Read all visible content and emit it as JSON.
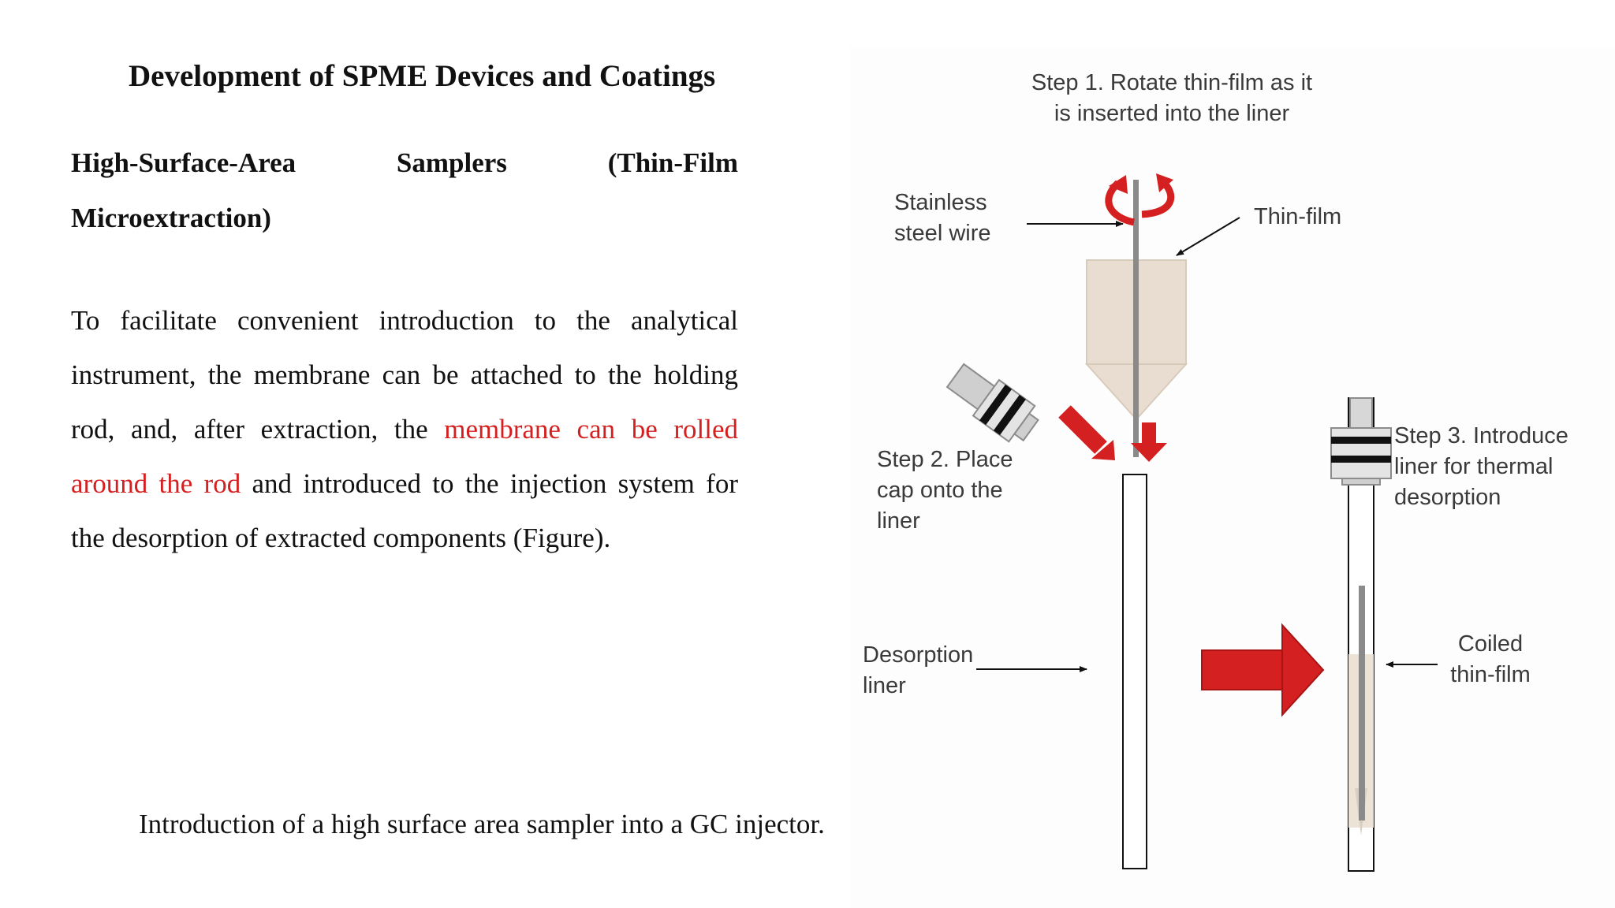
{
  "slide": {
    "title": "Development of SPME Devices and Coatings",
    "heading": "High-Surface-Area Samplers (Thin-Film Microextraction)",
    "paragraph": {
      "before": "To facilitate convenient introduction to the analytical instrument, the membrane can be attached to the holding rod, and, after extraction, the ",
      "highlight": "membrane can be rolled around the rod",
      "after": " and introduced to the injection system for the desorption of extracted components (Figure)."
    },
    "caption": "Introduction of a high surface area sampler into a GC injector.",
    "highlight_color": "#d42020"
  },
  "figure": {
    "step1": "Step 1. Rotate thin-film as it is inserted into the liner",
    "stainless_steel_wire": "Stainless steel wire",
    "thin_film": "Thin-film",
    "step2": "Step 2. Place cap onto the liner",
    "step3": "Step 3. Introduce liner for thermal desorption",
    "desorption_liner": "Desorption liner",
    "coiled_thin_film": "Coiled thin-film",
    "arrow_color": "#d42020",
    "icons": [
      "rotation-arrows-icon",
      "down-arrow-icon",
      "diagonal-arrow-icon",
      "right-arrow-icon",
      "septum-cap-icon"
    ]
  }
}
